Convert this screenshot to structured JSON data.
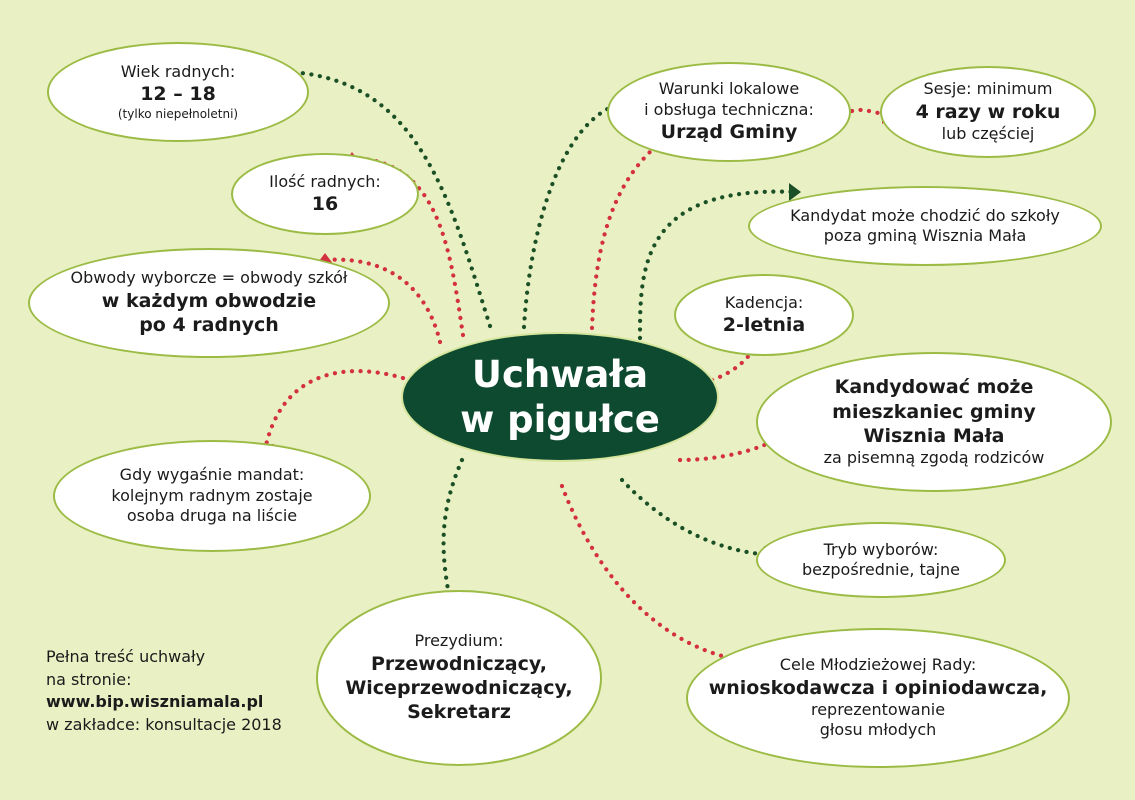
{
  "colors": {
    "green": "#1b4f25",
    "red": "#d33040",
    "node_border": "#9cbb45",
    "center_fill": "#0e4a30",
    "background": "#e8f0c4"
  },
  "center": {
    "line1": "Uchwała",
    "line2": "w pigułce"
  },
  "nodes": {
    "age": {
      "label": "Wiek radnych:",
      "value": "12 – 18",
      "note": "(tylko niepełnoletni)"
    },
    "count": {
      "label": "Ilość radnych:",
      "value": "16"
    },
    "districts": {
      "label": "Obwody wyborcze = obwody szkół",
      "value1": "w każdym obwodzie",
      "value2": "po 4 radnych"
    },
    "mandate": {
      "line1": "Gdy wygaśnie mandat:",
      "line2": "kolejnym radnym zostaje",
      "line3": "osoba druga na liście"
    },
    "presidium": {
      "label": "Prezydium:",
      "value1": "Przewodniczący,",
      "value2": "Wiceprzewodniczący,",
      "value3": "Sekretarz"
    },
    "local": {
      "line1": "Warunki lokalowe",
      "line2": "i obsługa techniczna:",
      "value": "Urząd Gminy"
    },
    "sessions": {
      "label": "Sesje: minimum",
      "value": "4 razy w roku",
      "note": "lub częściej"
    },
    "school": {
      "line1": "Kandydat może chodzić do szkoły",
      "line2": "poza gminą Wisznia Mała"
    },
    "term": {
      "label": "Kadencja:",
      "value": "2-letnia"
    },
    "candidate": {
      "value1": "Kandydować może",
      "value2": "mieszkaniec gminy",
      "value3": "Wisznia Mała",
      "note": "za pisemną zgodą rodziców"
    },
    "mode": {
      "line1": "Tryb wyborów:",
      "line2": "bezpośrednie, tajne"
    },
    "goals": {
      "label": "Cele Młodzieżowej Rady:",
      "value": "wnioskodawcza i opiniodawcza,",
      "note1": "reprezentowanie",
      "note2": "głosu młodych"
    }
  },
  "footer": {
    "line1": "Pełna treść uchwały",
    "line2": "na stronie:",
    "url": "www.bip.wiszniamala.pl",
    "line4": "w zakładce: konsultacje 2018"
  }
}
